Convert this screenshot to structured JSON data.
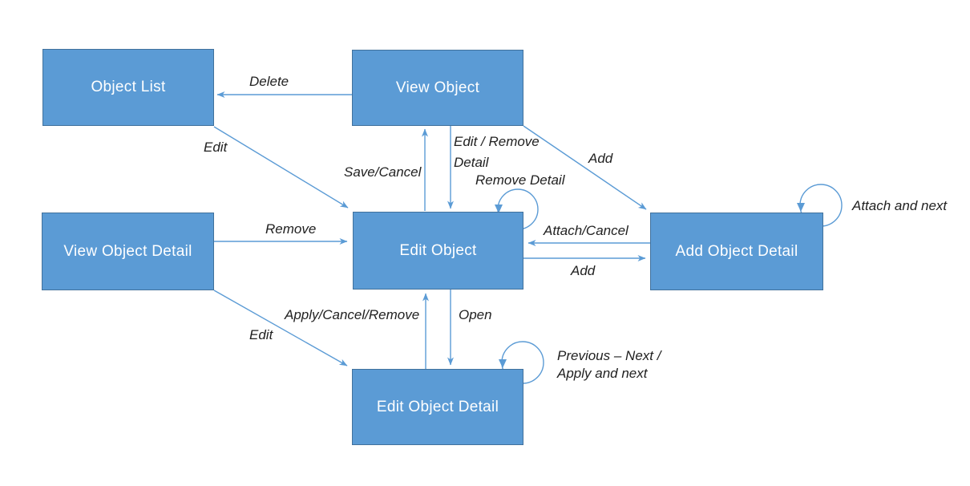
{
  "diagram": {
    "colors": {
      "background": "#ffffff",
      "node_fill": "#5b9bd5",
      "node_border": "#41719c",
      "node_text": "#ffffff",
      "edge": "#5b9bd5",
      "label_text": "#212121"
    },
    "nodes": [
      {
        "id": "object-list",
        "label": "Object List"
      },
      {
        "id": "view-object",
        "label": "View Object"
      },
      {
        "id": "view-object-detail",
        "label": "View Object Detail"
      },
      {
        "id": "edit-object",
        "label": "Edit Object"
      },
      {
        "id": "add-object-detail",
        "label": "Add Object Detail"
      },
      {
        "id": "edit-object-detail",
        "label": "Edit Object Detail"
      }
    ],
    "edges": [
      {
        "from": "View Object",
        "to": "Object List",
        "label": "Delete"
      },
      {
        "from": "Object List",
        "to": "Edit Object",
        "label": "Edit"
      },
      {
        "from": "Edit Object",
        "to": "View Object",
        "label": "Save/Cancel"
      },
      {
        "from": "View Object",
        "to": "Edit Object",
        "label": "Edit / Remove Detail",
        "lines": [
          "Edit / Remove",
          "Detail"
        ]
      },
      {
        "from": "View Object",
        "to": "Add Object Detail",
        "label": "Add"
      },
      {
        "from": "Edit Object",
        "to": "Edit Object",
        "label": "Remove Detail",
        "type": "self-loop"
      },
      {
        "from": "Add Object Detail",
        "to": "Edit Object",
        "label": "Attach/Cancel"
      },
      {
        "from": "Edit Object",
        "to": "Add Object Detail",
        "label": "Add"
      },
      {
        "from": "Add Object Detail",
        "to": "Add Object Detail",
        "label": "Attach and next",
        "type": "self-loop"
      },
      {
        "from": "View Object Detail",
        "to": "Edit Object",
        "label": "Remove"
      },
      {
        "from": "View Object Detail",
        "to": "Edit Object Detail",
        "label": "Edit"
      },
      {
        "from": "Edit Object Detail",
        "to": "Edit Object",
        "label": "Apply/Cancel/Remove"
      },
      {
        "from": "Edit Object",
        "to": "Edit Object Detail",
        "label": "Open"
      },
      {
        "from": "Edit Object Detail",
        "to": "Edit Object Detail",
        "label": "Previous – Next / Apply and next",
        "lines": [
          "Previous – Next  /",
          "Apply and next"
        ],
        "type": "self-loop"
      }
    ]
  }
}
